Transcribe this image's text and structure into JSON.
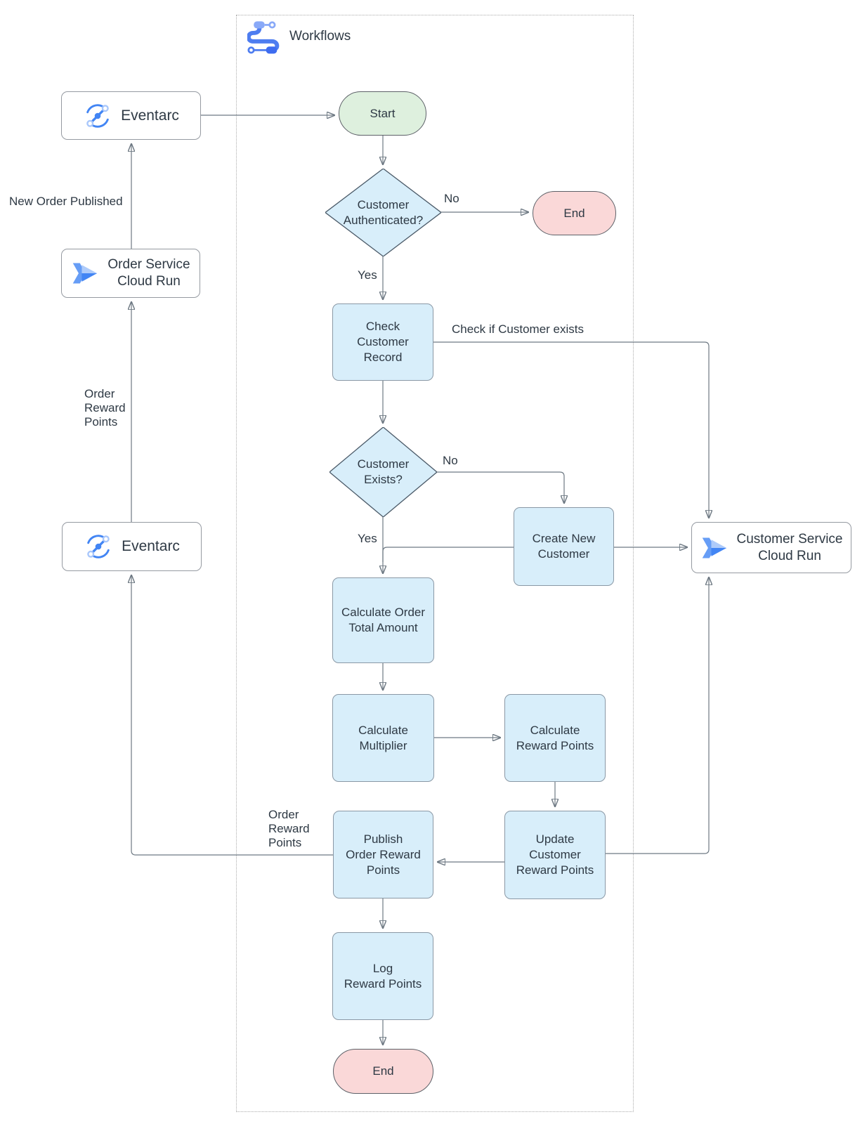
{
  "diagram": {
    "title": "Workflows"
  },
  "icons": {
    "header": "workflows-icon",
    "eventarc": "eventarc-icon",
    "cloud_run": "cloud-run-icon"
  },
  "colors": {
    "process_fill": "#d8eefa",
    "process_border": "#8a98a5",
    "diamond_border": "#4b5a68",
    "start_fill": "#def0de",
    "end_fill": "#fad8d8",
    "card_fill": "#ffffff",
    "line": "#6e7983",
    "arrowhead": "#2e3d4f",
    "google_blue": "#4285f4",
    "google_blue_light": "#aecbfa"
  },
  "nodes": {
    "eventarc_top": {
      "label": "Eventarc"
    },
    "order_service_cloud_run": {
      "label": "Order Service\nCloud Run"
    },
    "eventarc_bottom": {
      "label": "Eventarc"
    },
    "customer_service_cloud_run": {
      "label": "Customer Service\nCloud Run"
    },
    "start": {
      "label": "Start"
    },
    "customer_authenticated": {
      "label": "Customer\nAuthenticated?"
    },
    "end_top": {
      "label": "End"
    },
    "check_customer_record": {
      "label": "Check\nCustomer\nRecord"
    },
    "customer_exists": {
      "label": "Customer\nExists?"
    },
    "create_new_customer": {
      "label": "Create New\nCustomer"
    },
    "calculate_order_total": {
      "label": "Calculate Order\nTotal Amount"
    },
    "calculate_multiplier": {
      "label": "Calculate\nMultiplier"
    },
    "calculate_reward_points": {
      "label": "Calculate\nReward Points"
    },
    "update_customer_reward_points": {
      "label": "Update\nCustomer\nReward Points"
    },
    "publish_order_reward_points": {
      "label": "Publish\nOrder Reward\nPoints"
    },
    "log_reward_points": {
      "label": "Log\nReward Points"
    },
    "end_bottom": {
      "label": "End"
    }
  },
  "edge_labels": {
    "new_order_published": "New Order Published",
    "order_reward_points_left": "Order\nReward\nPoints",
    "order_reward_points_mid": "Order\nReward\nPoints",
    "check_if_customer_exists": "Check if Customer exists",
    "auth_yes": "Yes",
    "auth_no": "No",
    "exists_yes": "Yes",
    "exists_no": "No"
  }
}
